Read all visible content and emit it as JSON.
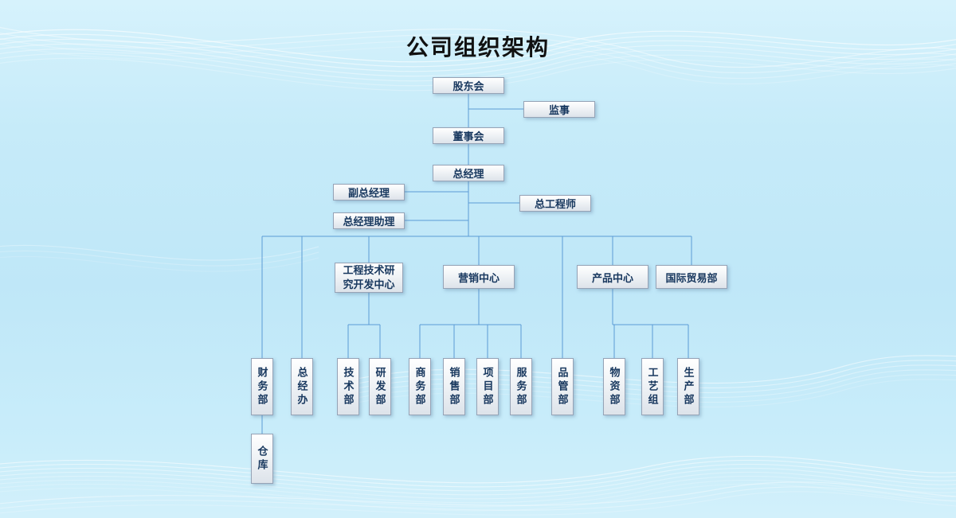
{
  "title": "公司组织架构",
  "nodes": {
    "shareholders": {
      "label": "股东会"
    },
    "supervisor": {
      "label": "监事"
    },
    "board": {
      "label": "董事会"
    },
    "gm": {
      "label": "总经理"
    },
    "deputy_gm": {
      "label": "副总经理"
    },
    "gm_assistant": {
      "label": "总经理助理"
    },
    "chief_engineer": {
      "label": "总工程师"
    },
    "rd_center": {
      "label": "工程技术研究开发中心"
    },
    "marketing_center": {
      "label": "营销中心"
    },
    "product_center": {
      "label": "产品中心"
    },
    "intl_trade": {
      "label": "国际贸易部"
    },
    "finance": {
      "label": "财务部"
    },
    "gm_office": {
      "label": "总经办"
    },
    "tech": {
      "label": "技术部"
    },
    "rd": {
      "label": "研发部"
    },
    "commerce": {
      "label": "商务部"
    },
    "sales": {
      "label": "销售部"
    },
    "project": {
      "label": "项目部"
    },
    "service": {
      "label": "服务部"
    },
    "quality": {
      "label": "品管部"
    },
    "materials": {
      "label": "物资部"
    },
    "process": {
      "label": "工艺组"
    },
    "production": {
      "label": "生产部"
    },
    "warehouse": {
      "label": "仓库"
    }
  },
  "colors": {
    "line": "#5b9bd5",
    "node_text": "#17375e",
    "background": "#c6ebf9"
  }
}
